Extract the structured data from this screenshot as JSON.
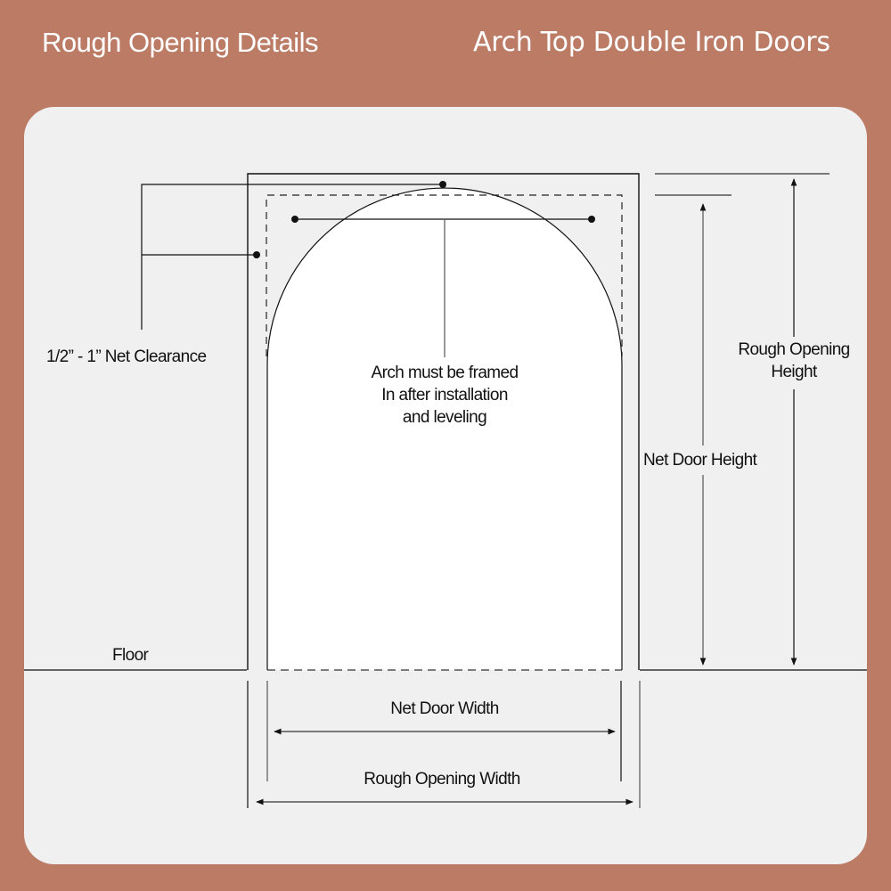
{
  "header": {
    "left_title": "Rough Opening Details",
    "right_title": "Arch Top Double Iron Doors"
  },
  "colors": {
    "background": "#BC7B65",
    "panel": "#F0F0F0",
    "door_fill": "#FFFFFF",
    "line": "#111111",
    "header_text": "#FFFFFF"
  },
  "diagram": {
    "labels": {
      "net_clearance": "1/2” - 1” Net Clearance",
      "arch_note_line1": "Arch must be framed",
      "arch_note_line2": "In after installation",
      "arch_note_line3": "and leveling",
      "rough_opening_height_line1": "Rough Opening",
      "rough_opening_height_line2": "Height",
      "net_door_height": "Net Door Height",
      "floor": "Floor",
      "net_door_width": "Net Door Width",
      "rough_opening_width": "Rough Opening Width"
    }
  }
}
